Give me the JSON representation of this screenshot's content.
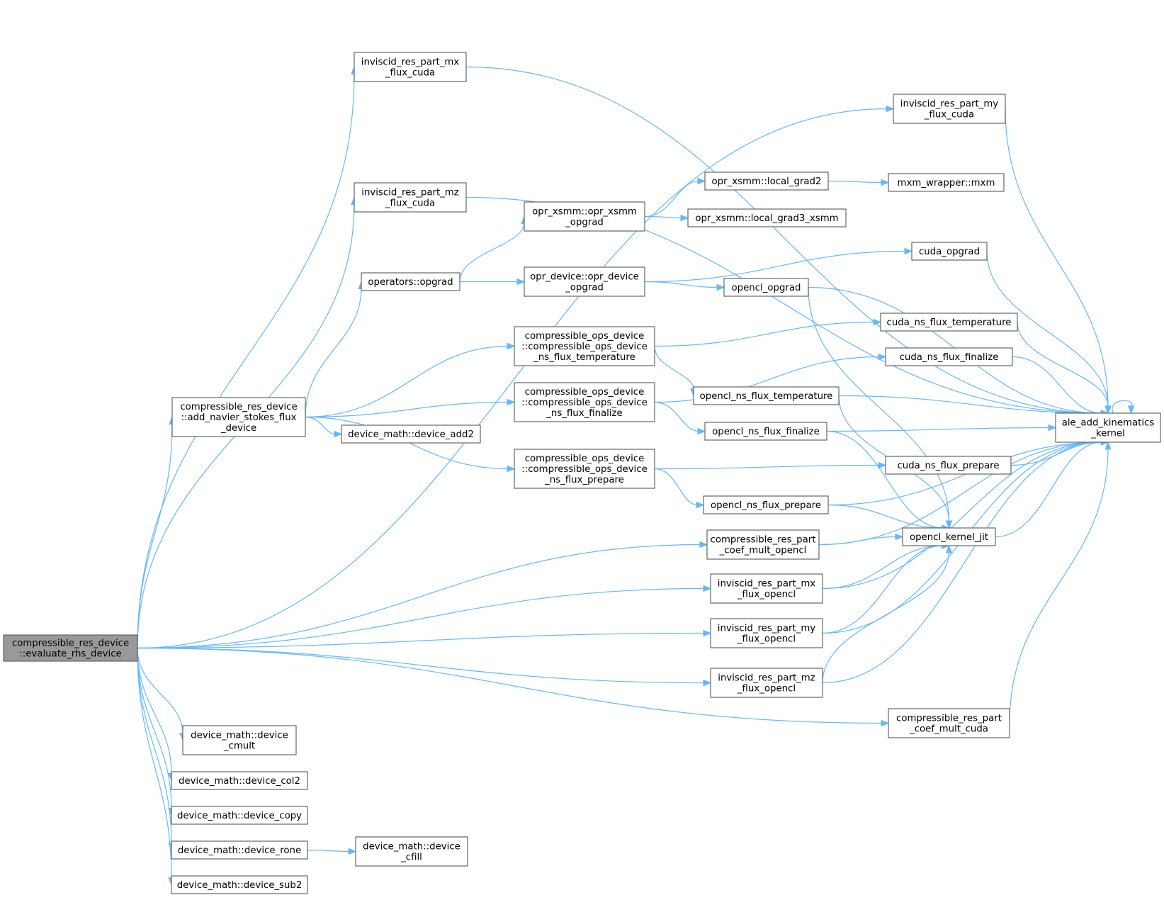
{
  "nodes": [
    {
      "id": "root",
      "lines": [
        "compressible_res_device",
        "::evaluate_rhs_device"
      ],
      "highlight": true
    },
    {
      "id": "mx_cuda",
      "lines": [
        "inviscid_res_part_mx",
        "_flux_cuda"
      ]
    },
    {
      "id": "my_cuda",
      "lines": [
        "inviscid_res_part_my",
        "_flux_cuda"
      ]
    },
    {
      "id": "mz_cuda",
      "lines": [
        "inviscid_res_part_mz",
        "_flux_cuda"
      ]
    },
    {
      "id": "add_ns",
      "lines": [
        "compressible_res_device",
        "::add_navier_stokes_flux",
        "_device"
      ]
    },
    {
      "id": "opgrad",
      "lines": [
        "operators::opgrad"
      ]
    },
    {
      "id": "xsmm_opgrad",
      "lines": [
        "opr_xsmm::opr_xsmm",
        "_opgrad"
      ]
    },
    {
      "id": "local_grad2",
      "lines": [
        "opr_xsmm::local_grad2"
      ]
    },
    {
      "id": "mxm",
      "lines": [
        "mxm_wrapper::mxm"
      ]
    },
    {
      "id": "local_grad3",
      "lines": [
        "opr_xsmm::local_grad3_xsmm"
      ]
    },
    {
      "id": "dev_opgrad",
      "lines": [
        "opr_device::opr_device",
        "_opgrad"
      ]
    },
    {
      "id": "cuda_opgrad",
      "lines": [
        "cuda_opgrad"
      ]
    },
    {
      "id": "opencl_opgrad",
      "lines": [
        "opencl_opgrad"
      ]
    },
    {
      "id": "ops_temp",
      "lines": [
        "compressible_ops_device",
        "::compressible_ops_device",
        "_ns_flux_temperature"
      ]
    },
    {
      "id": "ops_final",
      "lines": [
        "compressible_ops_device",
        "::compressible_ops_device",
        "_ns_flux_finalize"
      ]
    },
    {
      "id": "ops_prep",
      "lines": [
        "compressible_ops_device",
        "::compressible_ops_device",
        "_ns_flux_prepare"
      ]
    },
    {
      "id": "dev_add2",
      "lines": [
        "device_math::device_add2"
      ]
    },
    {
      "id": "cuda_temp",
      "lines": [
        "cuda_ns_flux_temperature"
      ]
    },
    {
      "id": "cuda_final",
      "lines": [
        "cuda_ns_flux_finalize"
      ]
    },
    {
      "id": "ocl_temp",
      "lines": [
        "opencl_ns_flux_temperature"
      ]
    },
    {
      "id": "ocl_final",
      "lines": [
        "opencl_ns_flux_finalize"
      ]
    },
    {
      "id": "cuda_prep",
      "lines": [
        "cuda_ns_flux_prepare"
      ]
    },
    {
      "id": "ocl_prep",
      "lines": [
        "opencl_ns_flux_prepare"
      ]
    },
    {
      "id": "ale",
      "lines": [
        "ale_add_kinematics",
        "_kernel"
      ]
    },
    {
      "id": "ocl_jit",
      "lines": [
        "opencl_kernel_jit"
      ]
    },
    {
      "id": "coef_ocl",
      "lines": [
        "compressible_res_part",
        "_coef_mult_opencl"
      ]
    },
    {
      "id": "mx_ocl",
      "lines": [
        "inviscid_res_part_mx",
        "_flux_opencl"
      ]
    },
    {
      "id": "my_ocl",
      "lines": [
        "inviscid_res_part_my",
        "_flux_opencl"
      ]
    },
    {
      "id": "mz_ocl",
      "lines": [
        "inviscid_res_part_mz",
        "_flux_opencl"
      ]
    },
    {
      "id": "coef_cuda",
      "lines": [
        "compressible_res_part",
        "_coef_mult_cuda"
      ]
    },
    {
      "id": "cmult",
      "lines": [
        "device_math::device",
        "_cmult"
      ]
    },
    {
      "id": "col2",
      "lines": [
        "device_math::device_col2"
      ]
    },
    {
      "id": "copy",
      "lines": [
        "device_math::device_copy"
      ]
    },
    {
      "id": "rone",
      "lines": [
        "device_math::device_rone"
      ]
    },
    {
      "id": "cfill",
      "lines": [
        "device_math::device",
        "_cfill"
      ]
    },
    {
      "id": "sub2",
      "lines": [
        "device_math::device_sub2"
      ]
    }
  ],
  "edges": [
    [
      "root",
      "mx_cuda"
    ],
    [
      "root",
      "my_cuda"
    ],
    [
      "root",
      "mz_cuda"
    ],
    [
      "root",
      "add_ns"
    ],
    [
      "root",
      "coef_ocl"
    ],
    [
      "root",
      "mx_ocl"
    ],
    [
      "root",
      "my_ocl"
    ],
    [
      "root",
      "mz_ocl"
    ],
    [
      "root",
      "coef_cuda"
    ],
    [
      "root",
      "cmult"
    ],
    [
      "root",
      "col2"
    ],
    [
      "root",
      "copy"
    ],
    [
      "root",
      "rone"
    ],
    [
      "root",
      "sub2"
    ],
    [
      "mx_cuda",
      "ale"
    ],
    [
      "my_cuda",
      "ale"
    ],
    [
      "mz_cuda",
      "ale"
    ],
    [
      "add_ns",
      "opgrad"
    ],
    [
      "add_ns",
      "ops_temp"
    ],
    [
      "add_ns",
      "ops_final"
    ],
    [
      "add_ns",
      "dev_add2"
    ],
    [
      "add_ns",
      "ops_prep"
    ],
    [
      "opgrad",
      "xsmm_opgrad"
    ],
    [
      "opgrad",
      "dev_opgrad"
    ],
    [
      "xsmm_opgrad",
      "local_grad2"
    ],
    [
      "xsmm_opgrad",
      "local_grad3"
    ],
    [
      "local_grad2",
      "mxm"
    ],
    [
      "dev_opgrad",
      "cuda_opgrad"
    ],
    [
      "dev_opgrad",
      "opencl_opgrad"
    ],
    [
      "cuda_opgrad",
      "ale"
    ],
    [
      "opencl_opgrad",
      "ale"
    ],
    [
      "opencl_opgrad",
      "ocl_jit"
    ],
    [
      "ops_temp",
      "cuda_temp"
    ],
    [
      "ops_temp",
      "ocl_temp"
    ],
    [
      "ops_final",
      "cuda_final"
    ],
    [
      "ops_final",
      "ocl_final"
    ],
    [
      "ops_prep",
      "cuda_prep"
    ],
    [
      "ops_prep",
      "ocl_prep"
    ],
    [
      "cuda_temp",
      "ale"
    ],
    [
      "cuda_final",
      "ale"
    ],
    [
      "cuda_prep",
      "ale"
    ],
    [
      "ocl_temp",
      "ale"
    ],
    [
      "ocl_temp",
      "ocl_jit"
    ],
    [
      "ocl_final",
      "ale"
    ],
    [
      "ocl_final",
      "ocl_jit"
    ],
    [
      "ocl_prep",
      "ale"
    ],
    [
      "ocl_prep",
      "ocl_jit"
    ],
    [
      "ocl_jit",
      "ale"
    ],
    [
      "ale",
      "ale"
    ],
    [
      "coef_ocl",
      "ocl_jit"
    ],
    [
      "coef_ocl",
      "ale"
    ],
    [
      "mx_ocl",
      "ocl_jit"
    ],
    [
      "mx_ocl",
      "ale"
    ],
    [
      "my_ocl",
      "ocl_jit"
    ],
    [
      "my_ocl",
      "ale"
    ],
    [
      "mz_ocl",
      "ocl_jit"
    ],
    [
      "mz_ocl",
      "ale"
    ],
    [
      "coef_cuda",
      "ale"
    ],
    [
      "rone",
      "cfill"
    ]
  ]
}
